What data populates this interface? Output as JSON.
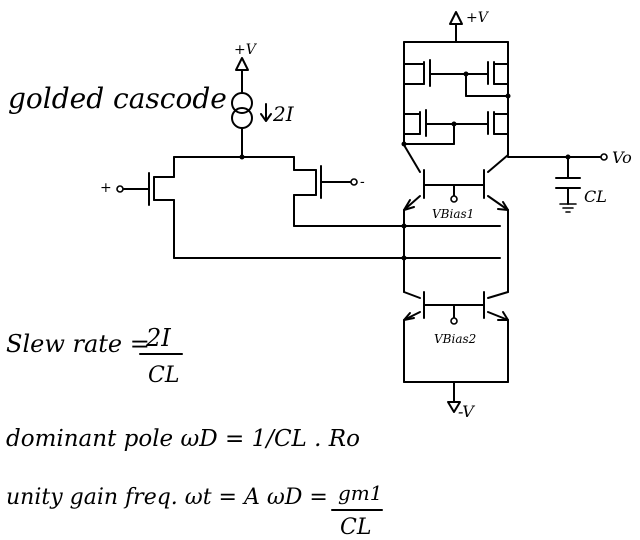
{
  "title": "golded cascode",
  "labels": {
    "vplus_top": "+V",
    "vplus_source": "+V",
    "current_source": "2I",
    "input_plus": "+",
    "input_minus": "-",
    "output": "Vo",
    "load_cap": "CL",
    "vbias1": "VBias1",
    "vbias2": "VBias2",
    "vminus": "-V"
  },
  "equations": {
    "slew": {
      "lhs": "Slew rate =",
      "num": "2I",
      "den": "CL"
    },
    "pole": {
      "text": "dominant pole  ωD = 1/CL . Ro"
    },
    "ugf": {
      "lhs": "unity gain freq. ωt = A ωD =",
      "num": "gm1",
      "den": "CL"
    }
  }
}
